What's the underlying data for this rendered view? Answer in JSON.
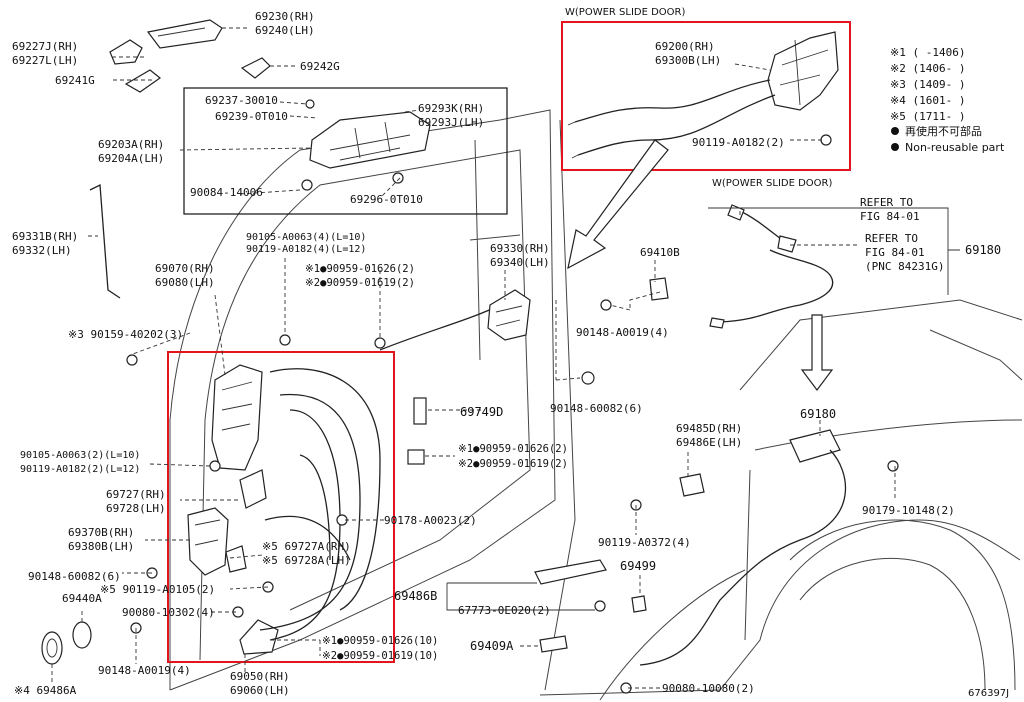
{
  "headers": {
    "power_slide_door_top": "W(POWER SLIDE DOOR)",
    "power_slide_door_right": "W(POWER SLIDE DOOR)"
  },
  "legend": {
    "n1": "※1 (   -1406)",
    "n2": "※2 (1406-   )",
    "n3": "※3 (1409-   )",
    "n4": "※4 (1601-   )",
    "n5": "※5 (1711-   )",
    "reuse_jp": "再使用不可部品",
    "reuse_en": "Non-reusable part"
  },
  "labels": {
    "p69230": "69230(RH)",
    "p69240": "69240(LH)",
    "p69227j": "69227J(RH)",
    "p69227l": "69227L(LH)",
    "p69242g": "69242G",
    "p69241g": "69241G",
    "p69237": "69237-30010",
    "p69239": "69239-0T010",
    "p69293k": "69293K(RH)",
    "p69293j": "69293J(LH)",
    "p69203a": "69203A(RH)",
    "p69204a": "69204A(LH)",
    "p90084": "90084-14006",
    "p69296": "69296-0T010",
    "p69331b": "69331B(RH)",
    "p69332": "69332(LH)",
    "p90105a": "90105-A0063(4)(L=10)",
    "p90119a": "90119-A0182(4)(L=12)",
    "p69070": "69070(RH)",
    "p69080": "69080(LH)",
    "p90959a1": "※1●90959-01626(2)",
    "p90959a2": "※2●90959-01619(2)",
    "p90159": "※3 90159-40202(3)",
    "p69330": "69330(RH)",
    "p69340": "69340(LH)",
    "p69410b": "69410B",
    "p90148a": "90148-A0019(4)",
    "p90148b": "90148-60082(6)",
    "p69749d": "69749D",
    "p90959b1": "※1●90959-01626(2)",
    "p90959b2": "※2●90959-01619(2)",
    "p90105b": "90105-A0063(2)(L=10)",
    "p90119b": "90119-A0182(2)(L=12)",
    "p69727": "69727(RH)",
    "p69728": "69728(LH)",
    "p90178": "90178-A0023(2)",
    "p69370b": "69370B(RH)",
    "p69380b": "69380B(LH)",
    "p69727a": "※5 69727A(RH)",
    "p69728a": "※5 69728A(LH)",
    "p90148c": "90148-60082(6)",
    "p90119c": "※5 90119-A0105(2)",
    "p69440a": "69440A",
    "p90080a": "90080-10302(4)",
    "p90148d": "90148-A0019(4)",
    "p90959c1": "※1●90959-01626(10)",
    "p90959c2": "※2●90959-01619(10)",
    "p69050": "69050(RH)",
    "p69060": "69060(LH)",
    "p69486a": "※4 69486A",
    "p69200": "69200(RH)",
    "p69300b": "69300B(LH)",
    "p90119d": "90119-A0182(2)",
    "refer1a": "REFER TO",
    "refer1b": "FIG 84-01",
    "refer2a": "REFER TO",
    "refer2b": "FIG 84-01",
    "refer2c": "(PNC 84231G)",
    "p69180a": "69180",
    "p69180b": "69180",
    "p69485d": "69485D(RH)",
    "p69486e": "69486E(LH)",
    "p90179": "90179-10148(2)",
    "p90119e": "90119-A0372(4)",
    "p69499": "69499",
    "p69486b": "69486B",
    "p67773": "67773-0E020(2)",
    "p69409a": "69409A",
    "p90080b": "90080-10080(2)",
    "fig_id": "676397J"
  }
}
